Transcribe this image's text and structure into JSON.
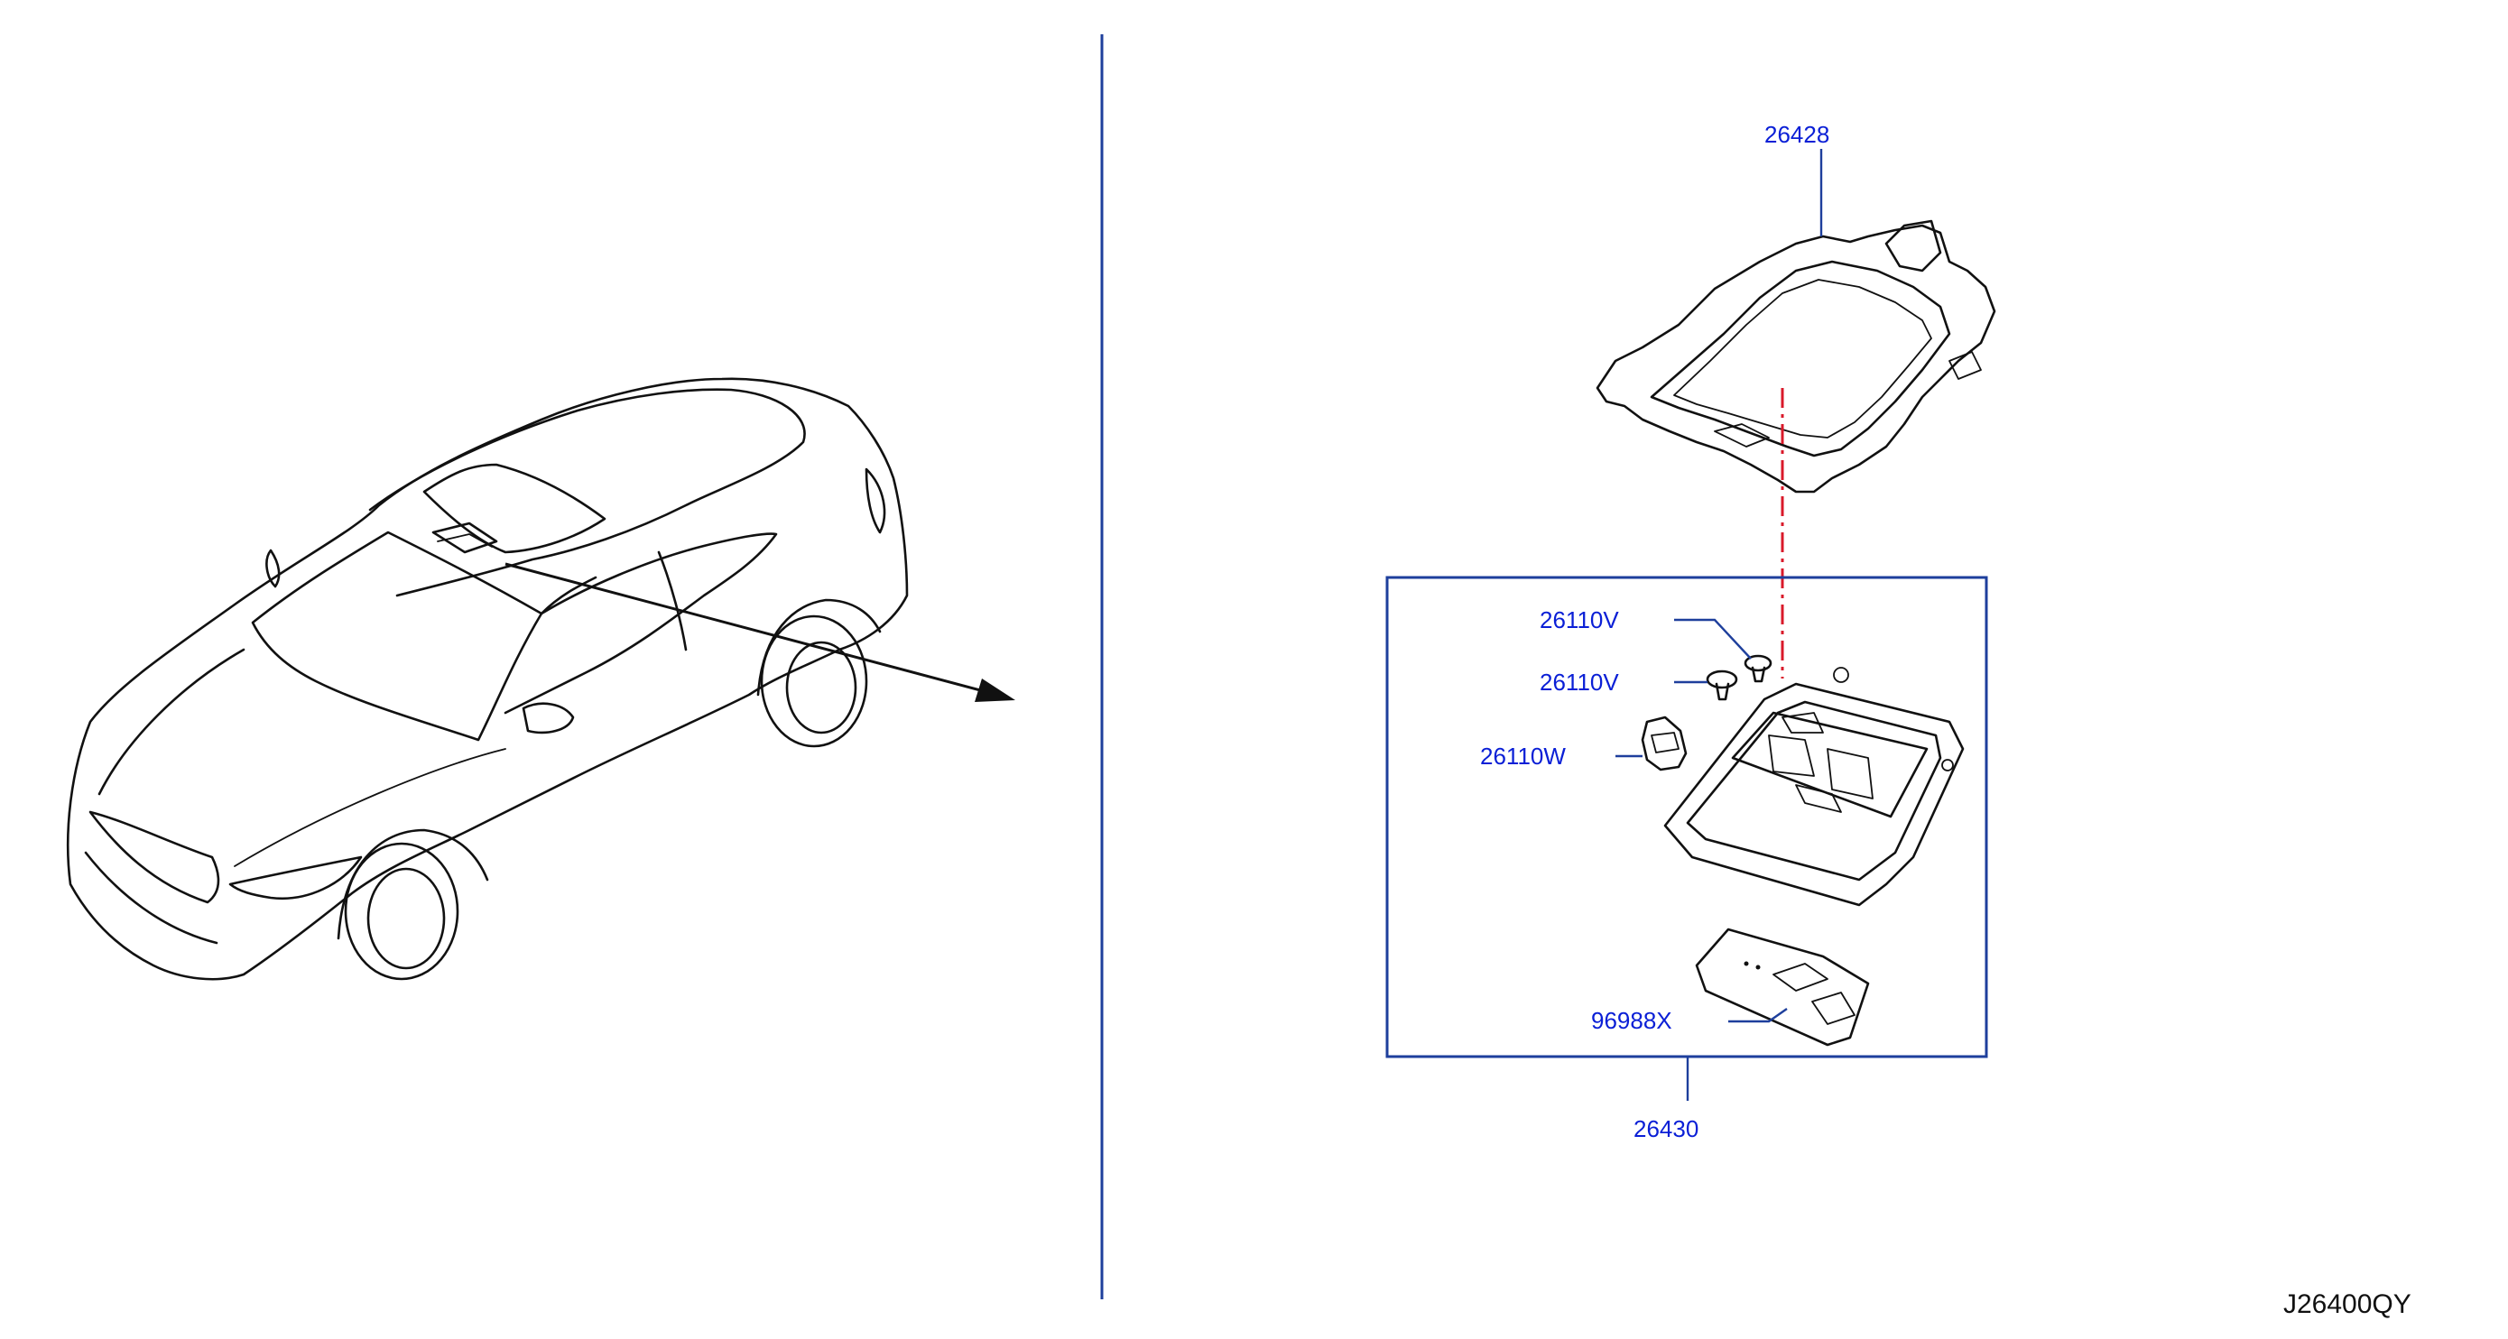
{
  "labels": {
    "bracket": "26428",
    "clip_upper": "26110V",
    "clip_lower": "26110V",
    "bulb_socket": "26110W",
    "lens_switch": "96988X",
    "lamp_assembly": "26430"
  },
  "diagram_ref": "J26400QY",
  "colors": {
    "label_text": "#0a1fd6",
    "frame_lines": "#1e3f9c",
    "centerline": "#d9192a",
    "drawing_ink": "#111111"
  }
}
